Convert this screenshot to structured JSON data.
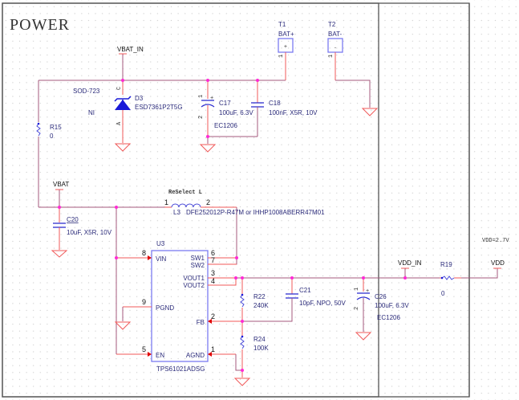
{
  "sheet": {
    "title": "POWER",
    "annotation_vdd": "VDD=2.7V",
    "colors": {
      "wire": "#a4587e",
      "pin": "#f05a5a",
      "part_body": "#7b7bf0",
      "junction": "#ff2ad4",
      "text": "#2b2b7a"
    }
  },
  "nets": {
    "vbat_in": "VBAT_IN",
    "vbat": "VBAT",
    "vdd_in": "VDD_IN",
    "vdd": "VDD"
  },
  "connectors": [
    {
      "ref": "T1",
      "name": "BAT+",
      "symbol": "+",
      "pin": "1"
    },
    {
      "ref": "T2",
      "name": "BAT-",
      "symbol": ".",
      "pin": "1"
    }
  ],
  "diode": {
    "ref": "D3",
    "value": "ESD7361P2T5G",
    "package": "SOD-723",
    "note": "NI",
    "pin_c": "C",
    "pin_a": "A"
  },
  "resistors": {
    "r15": {
      "ref": "R15",
      "value": "0"
    },
    "r22": {
      "ref": "R22",
      "value": "240K"
    },
    "r24": {
      "ref": "R24",
      "value": "100K"
    },
    "r19": {
      "ref": "R19",
      "value": "0"
    }
  },
  "capacitors": {
    "c17": {
      "ref": "C17",
      "value": "100uF, 6.3V",
      "package": "EC1206",
      "pin1": "1",
      "pin2": "2"
    },
    "c18": {
      "ref": "C18",
      "value": "100nF, X5R, 10V"
    },
    "c20": {
      "ref": "C20",
      "value": "10uF, X5R, 10V"
    },
    "c21": {
      "ref": "C21",
      "value": "10pF, NPO, 50V"
    },
    "c26": {
      "ref": "C26",
      "value": "100uF, 6.3V",
      "package": "EC1206",
      "pin1": "1",
      "pin2": "2"
    }
  },
  "inductor": {
    "ref": "L3",
    "value": "DFE252012P-R47M or IHHP1008ABERR47M01",
    "note": "ReSelect  L",
    "pin1": "1",
    "pin2": "2"
  },
  "ic": {
    "ref": "U3",
    "part": "TPS61021ADSG",
    "pins": {
      "vin": {
        "name": "VIN",
        "num": "8"
      },
      "pgnd": {
        "name": "PGND",
        "num": "9"
      },
      "en": {
        "name": "EN",
        "num": "5"
      },
      "sw1": {
        "name": "SW1",
        "num": "6"
      },
      "sw2": {
        "name": "SW2",
        "num": "7"
      },
      "vout1": {
        "name": "VOUT1",
        "num": "3"
      },
      "vout2": {
        "name": "VOUT2",
        "num": "4"
      },
      "fb": {
        "name": "FB",
        "num": "2"
      },
      "agnd": {
        "name": "AGND",
        "num": "1"
      }
    }
  }
}
